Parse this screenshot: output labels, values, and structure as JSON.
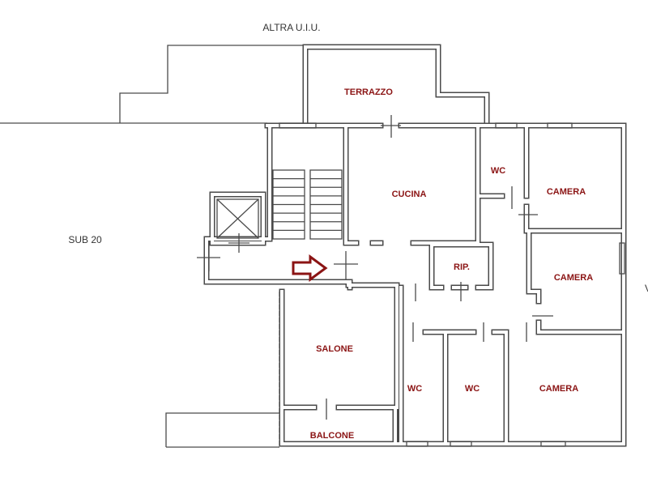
{
  "labels": {
    "top_neighbor": "ALTRA U.I.U.",
    "left_neighbor": "SUB 20",
    "right_cut": "V",
    "terrazzo": "TERRAZZO",
    "cucina": "CUCINA",
    "wc_top": "WC",
    "camera_top": "CAMERA",
    "rip": "RIP.",
    "camera_mid": "CAMERA",
    "salone": "SALONE",
    "wc_left": "WC",
    "wc_right": "WC",
    "camera_bottom": "CAMERA",
    "balcone": "BALCONE"
  },
  "colors": {
    "room_label": "#8b1414",
    "wall": "#4a4a4a",
    "entrance_arrow": "#8b1414"
  },
  "icons": {
    "entrance": "arrow-right-icon",
    "elevator": "elevator-cross-icon"
  }
}
